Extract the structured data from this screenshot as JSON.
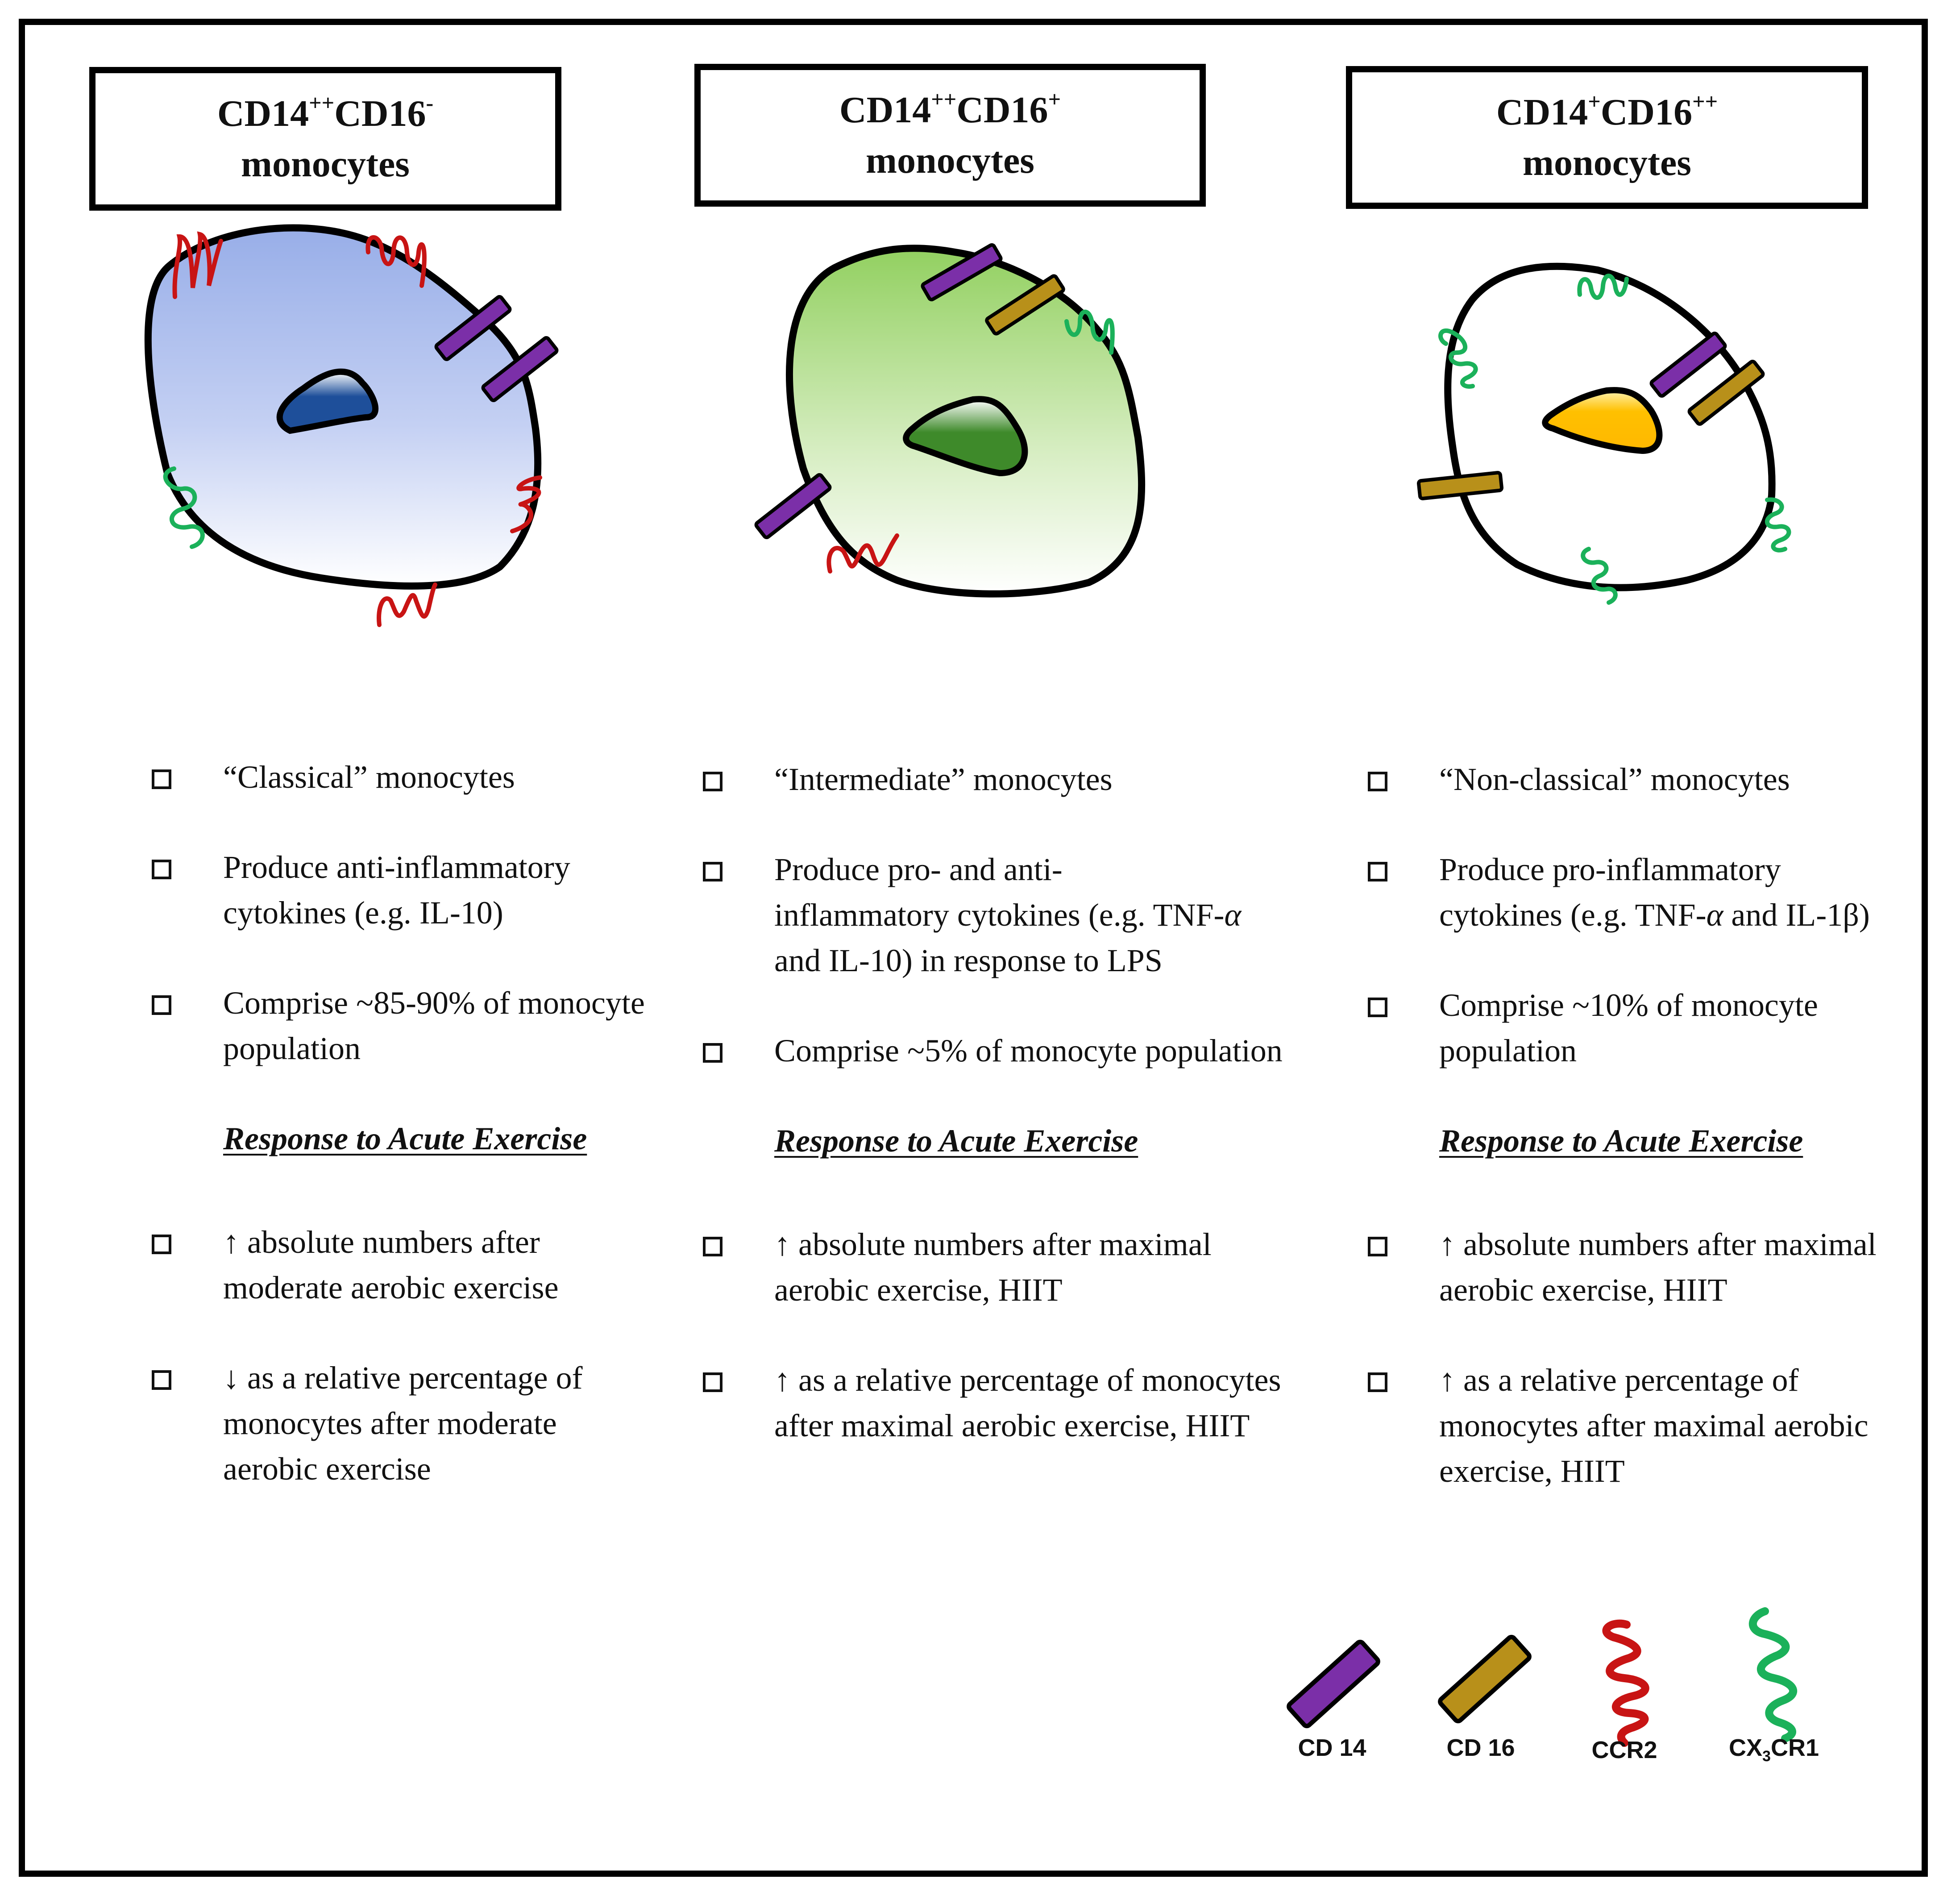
{
  "columns": [
    {
      "header": {
        "name1": "CD14",
        "sup1": "++",
        "name2": "CD16",
        "sup2": "-",
        "line2": "monocytes"
      },
      "props": [
        "“Classical” monocytes",
        "Produce anti-inflammatory cytokines (e.g. IL-10)",
        "Comprise ~85-90% of monocyte population"
      ],
      "response_title": "Response to Acute Exercise",
      "responses": [
        "↑ absolute numbers after moderate aerobic exercise",
        "↓ as a relative percentage of monocytes after moderate aerobic exercise"
      ]
    },
    {
      "header": {
        "name1": "CD14",
        "sup1": "++",
        "name2": "CD16",
        "sup2": "+",
        "line2": "monocytes"
      },
      "props": [
        "“Intermediate” monocytes",
        "Produce pro- and anti-",
        "Comprise ~5% of monocyte population"
      ],
      "prop2": {
        "a": "inflammatory cytokines (e.g. TNF-",
        "alpha": "α",
        "b": " and IL-10) in response to LPS"
      },
      "response_title": "Response to Acute Exercise",
      "responses": [
        "↑ absolute numbers after maximal aerobic exercise, HIIT",
        "↑ as a relative percentage of monocytes after maximal aerobic exercise, HIIT"
      ]
    },
    {
      "header": {
        "name1": "CD14",
        "sup1": "+",
        "name2": "CD16",
        "sup2": "++",
        "line2": "monocytes"
      },
      "props": [
        "“Non-classical” monocytes",
        "Produce pro-inflammatory cytokines (e.g. TNF-",
        "Comprise ~10% of monocyte population"
      ],
      "prop2": {
        "alpha": "α",
        "b": " and IL-1",
        "beta": "β",
        "c": ")"
      },
      "response_title": "Response to Acute Exercise",
      "responses": [
        "↑ absolute numbers after maximal aerobic exercise, HIIT",
        "↑ as a relative percentage of monocytes after maximal aerobic exercise, HIIT"
      ]
    }
  ],
  "legend": {
    "cd14": "CD 14",
    "cd16": "CD 16",
    "ccr2": "CCR2",
    "cx3cr1_a": "CX",
    "cx3cr1_sub": "3",
    "cx3cr1_b": "CR1"
  },
  "colors": {
    "cd14": "#7b2fa8",
    "cd16": "#b8901a",
    "ccr2": "#c81414",
    "cx3cr1": "#1bb15a",
    "cell1": "#98aee8",
    "cell2": "#92d060",
    "nucleus1": "#1e4f9a",
    "nucleus2": "#3e8a2a",
    "nucleus3": "#ffc000"
  }
}
